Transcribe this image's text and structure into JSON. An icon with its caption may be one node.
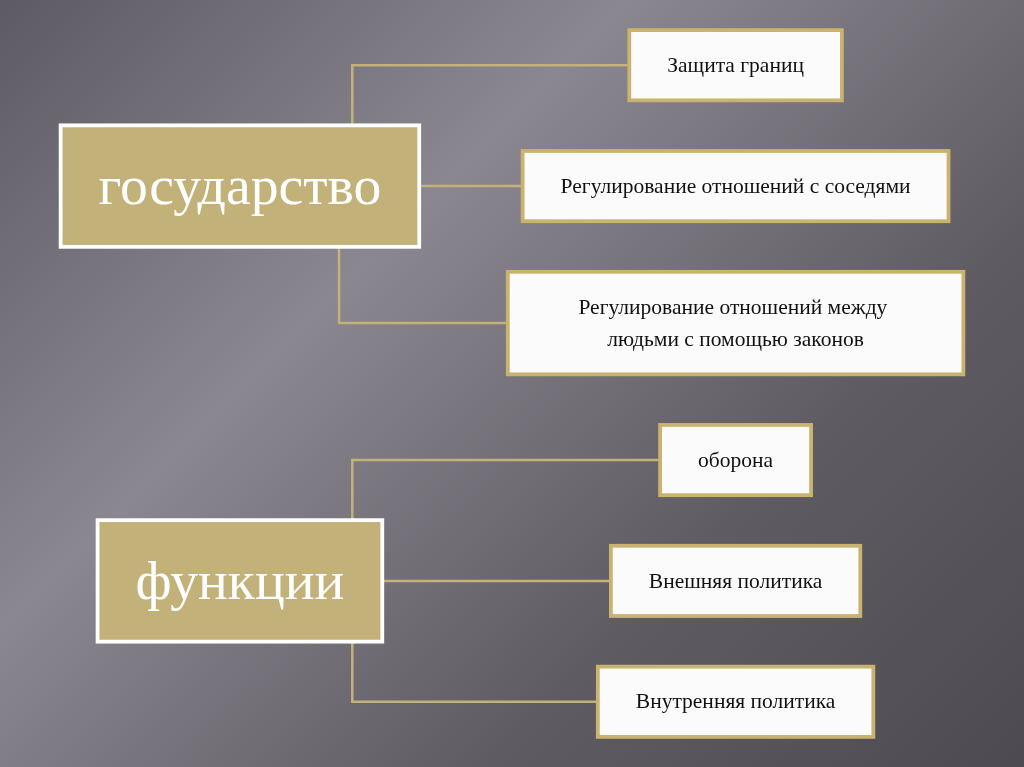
{
  "diagram": {
    "nodes": [
      {
        "text": [
          "государство"
        ]
      },
      {
        "text": [
          "Защита границ"
        ]
      },
      {
        "text": [
          "Регулирование отношений с соседями"
        ]
      },
      {
        "text": [
          "Регулирование отношений между людьми с помощью законов"
        ]
      },
      {
        "text": [
          "функции"
        ]
      },
      {
        "text": [
          "оборона"
        ]
      },
      {
        "text": [
          "Внешняя политика"
        ]
      },
      {
        "text": [
          "Внутренняя политика"
        ]
      }
    ],
    "edges": [
      {
        "from": 0,
        "to": 1,
        "arrow": "none"
      },
      {
        "from": 0,
        "to": 2,
        "arrow": "none"
      },
      {
        "from": 0,
        "to": 3,
        "arrow": "none"
      },
      {
        "from": 4,
        "to": 5,
        "arrow": "none"
      },
      {
        "from": 4,
        "to": 6,
        "arrow": "none"
      },
      {
        "from": 4,
        "to": 7,
        "arrow": "none"
      }
    ]
  }
}
